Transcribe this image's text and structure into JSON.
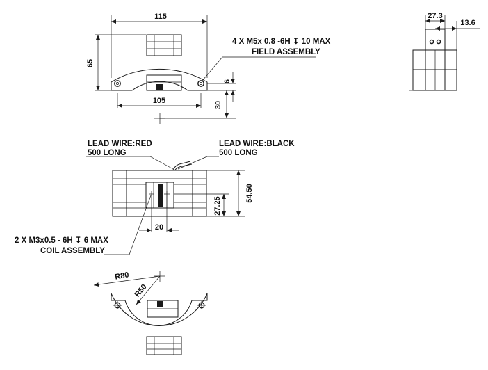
{
  "colors": {
    "line": "#1a1a1a",
    "background": "#ffffff"
  },
  "top_view": {
    "dim_width": "115",
    "dim_height": "65",
    "dim_base": "105",
    "dim_hole_offset": "6",
    "dim_depth": "30",
    "note_line1": "4 X M5x 0.8 -6H ↧ 10 MAX",
    "note_line2": "FIELD ASSEMBLY"
  },
  "side_view": {
    "dim_width": "27.3",
    "dim_offset": "13.6"
  },
  "coil_view": {
    "lead_red_line1": "LEAD WIRE:RED",
    "lead_red_line2": "500 LONG",
    "lead_black_line1": "LEAD WIRE:BLACK",
    "lead_black_line2": "500 LONG",
    "dim_height": "54.50",
    "dim_half": "27.25",
    "dim_spacing": "20",
    "note_line1": "2 X M3x0.5 - 6H ↧ 6 MAX",
    "note_line2": "COIL ASSEMBLY"
  },
  "bottom_view": {
    "dim_outer_radius": "R80",
    "dim_inner_radius": "R50"
  }
}
